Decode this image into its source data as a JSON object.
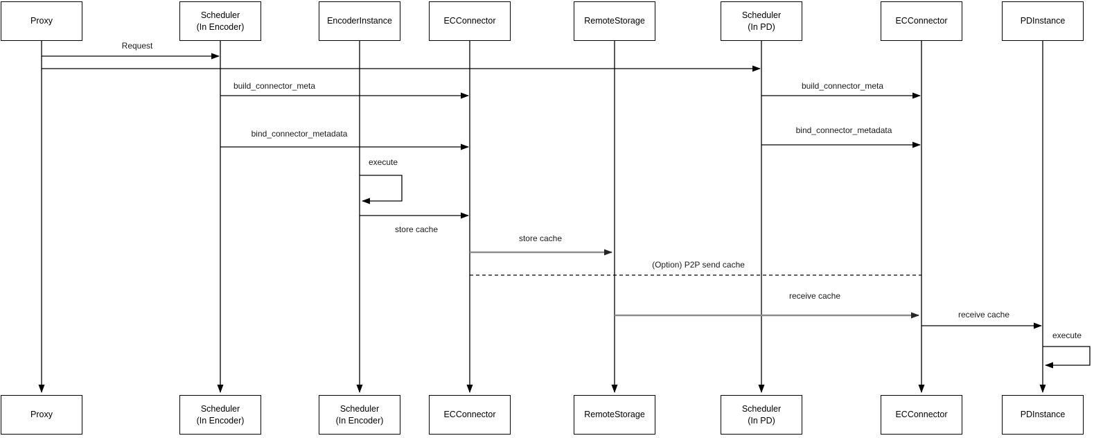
{
  "diagram": {
    "type": "sequence-diagram",
    "background_color": "#ffffff",
    "line_color": "#000000",
    "gray_arrow_color": "#8c8c8c",
    "actors_top": [
      {
        "label": "Proxy"
      },
      {
        "label": "Scheduler\n(In Encoder)"
      },
      {
        "label": "EncoderInstance"
      },
      {
        "label": "ECConnector"
      },
      {
        "label": "RemoteStorage"
      },
      {
        "label": "Scheduler\n(In PD)"
      },
      {
        "label": "ECConnector"
      },
      {
        "label": "PDInstance"
      }
    ],
    "actors_bottom": [
      {
        "label": "Proxy"
      },
      {
        "label": "Scheduler\n(In Encoder)"
      },
      {
        "label": "Scheduler\n(In Encoder)"
      },
      {
        "label": "ECConnector"
      },
      {
        "label": "RemoteStorage"
      },
      {
        "label": "Scheduler\n(In PD)"
      },
      {
        "label": "ECConnector"
      },
      {
        "label": "PDInstance"
      }
    ],
    "messages": [
      {
        "label": "Request",
        "from": "Proxy",
        "to": "Scheduler (In Encoder)",
        "style": "solid-arrow"
      },
      {
        "label": "",
        "from": "Proxy",
        "to": "Scheduler (In PD)",
        "style": "solid-arrow"
      },
      {
        "label": "build_connector_meta",
        "from": "Scheduler (In Encoder)",
        "to": "ECConnector",
        "style": "solid-arrow"
      },
      {
        "label": "build_connector_meta",
        "from": "Scheduler (In PD)",
        "to": "ECConnector",
        "style": "solid-arrow"
      },
      {
        "label": "bind_connector_metadata",
        "from": "Scheduler (In Encoder)",
        "to": "ECConnector",
        "style": "solid-arrow"
      },
      {
        "label": "bind_connector_metadata",
        "from": "Scheduler (In PD)",
        "to": "ECConnector",
        "style": "solid-arrow"
      },
      {
        "label": "execute",
        "from": "EncoderInstance",
        "to": "EncoderInstance",
        "style": "self-loop"
      },
      {
        "label": "store cache",
        "from": "EncoderInstance",
        "to": "ECConnector",
        "style": "solid-arrow"
      },
      {
        "label": "store cache",
        "from": "ECConnector",
        "to": "RemoteStorage",
        "style": "gray-thick-arrow"
      },
      {
        "label": "(Option) P2P send cache",
        "from": "ECConnector",
        "to": "ECConnector (In PD side)",
        "style": "dashed-line"
      },
      {
        "label": "receive cache",
        "from": "RemoteStorage",
        "to": "ECConnector",
        "style": "gray-thick-arrow"
      },
      {
        "label": "receive cache",
        "from": "ECConnector",
        "to": "PDInstance",
        "style": "solid-arrow"
      },
      {
        "label": "execute",
        "from": "PDInstance",
        "to": "PDInstance",
        "style": "self-loop"
      }
    ]
  }
}
